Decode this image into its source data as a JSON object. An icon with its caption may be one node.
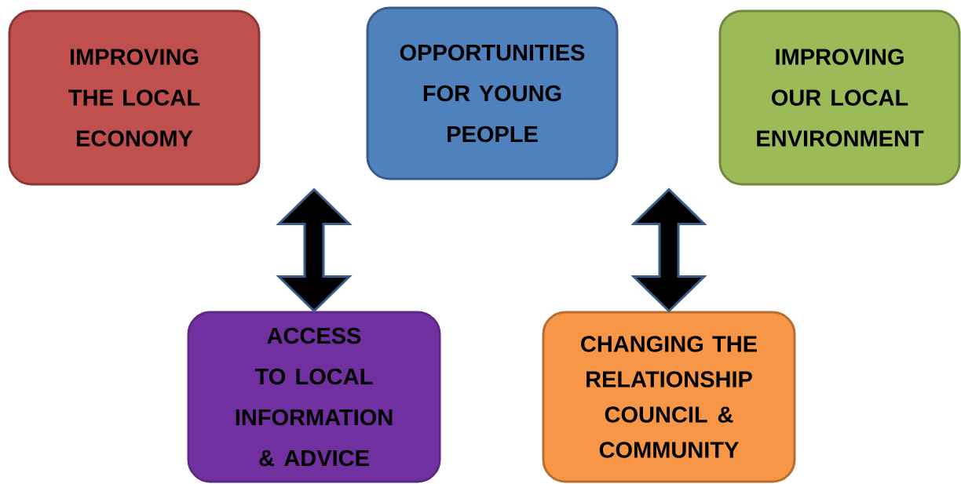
{
  "diagram": {
    "nodes": [
      {
        "text": [
          "IMPROVING THE LOCAL ECONOMY"
        ]
      },
      {
        "text": [
          "OPPORTUNITIES FOR YOUNG PEOPLE"
        ]
      },
      {
        "text": [
          "IMPROVING OUR LOCAL ENVIRONMENT"
        ]
      },
      {
        "text": [
          "ACCESS TO LOCAL INFORMATION & ADVICE"
        ]
      },
      {
        "text": [
          "CHANGING THE RELATIONSHIP COUNCIL & COMMUNITY"
        ]
      }
    ],
    "edges": [
      {
        "from": null,
        "to": 3,
        "arrow": "both",
        "style": "thick"
      },
      {
        "from": null,
        "to": 4,
        "arrow": "both",
        "style": "thick"
      }
    ]
  }
}
